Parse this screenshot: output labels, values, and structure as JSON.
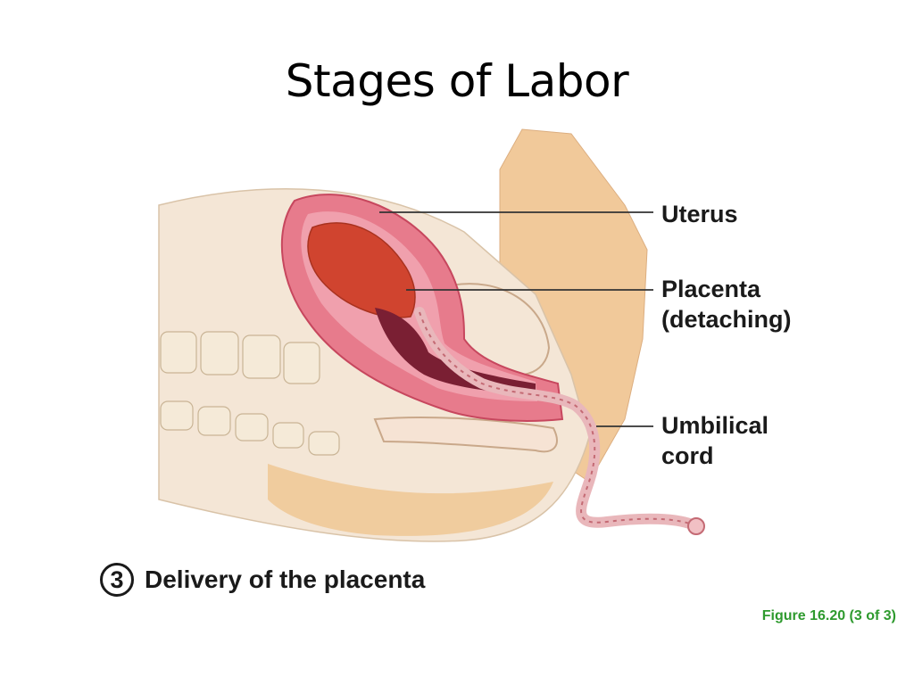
{
  "slide": {
    "title": "Stages of Labor"
  },
  "labels": {
    "uterus": "Uterus",
    "placenta_line1": "Placenta",
    "placenta_line2": "(detaching)",
    "cord_line1": "Umbilical",
    "cord_line2": "cord"
  },
  "step": {
    "number": "3",
    "caption": "Delivery of the placenta"
  },
  "figure_ref": {
    "text": "Figure 16.20 (3 of 3)",
    "color": "#2e9a2e"
  },
  "colors": {
    "skin": "#f4e6d6",
    "thigh": "#f1c99a",
    "uterus_wall": "#e77b8c",
    "placenta": "#d0442f",
    "cavity": "#7a1f33"
  }
}
